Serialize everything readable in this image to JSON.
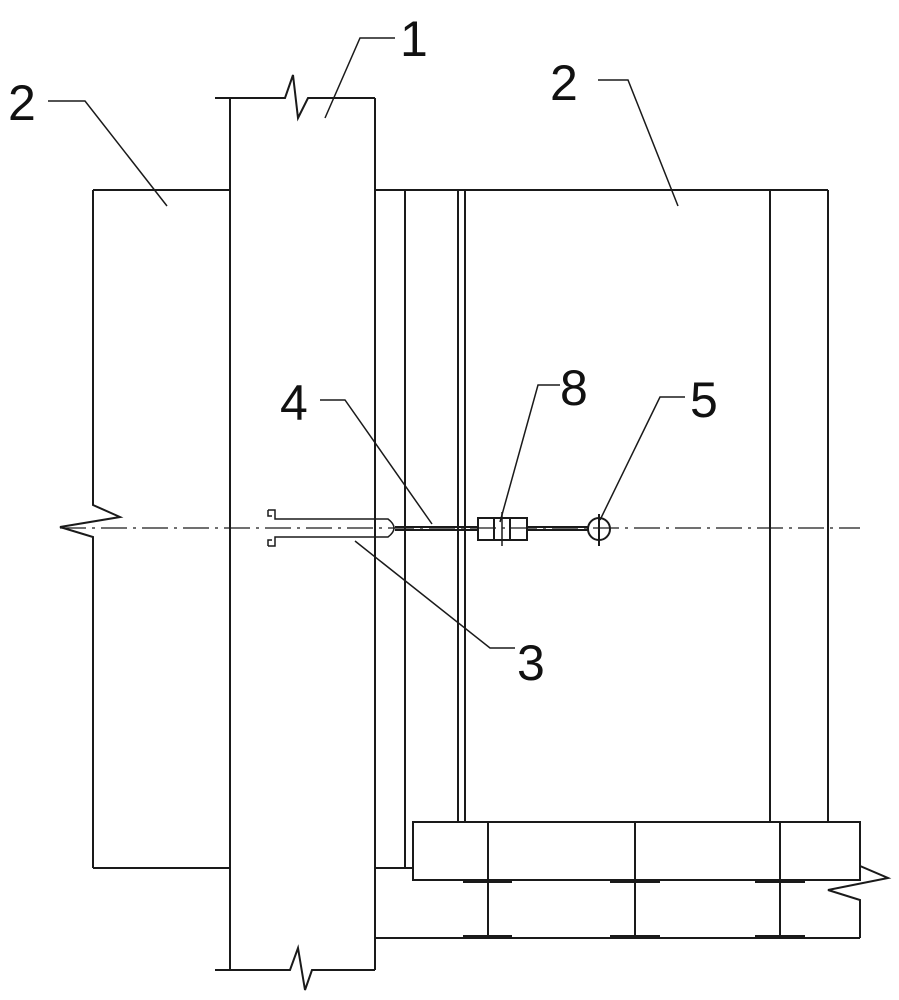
{
  "callouts": {
    "column": "1",
    "wall_left": "2",
    "wall_right": "2",
    "anchor": "3",
    "rod": "4",
    "ring": "5",
    "turnbuckle": "8"
  }
}
